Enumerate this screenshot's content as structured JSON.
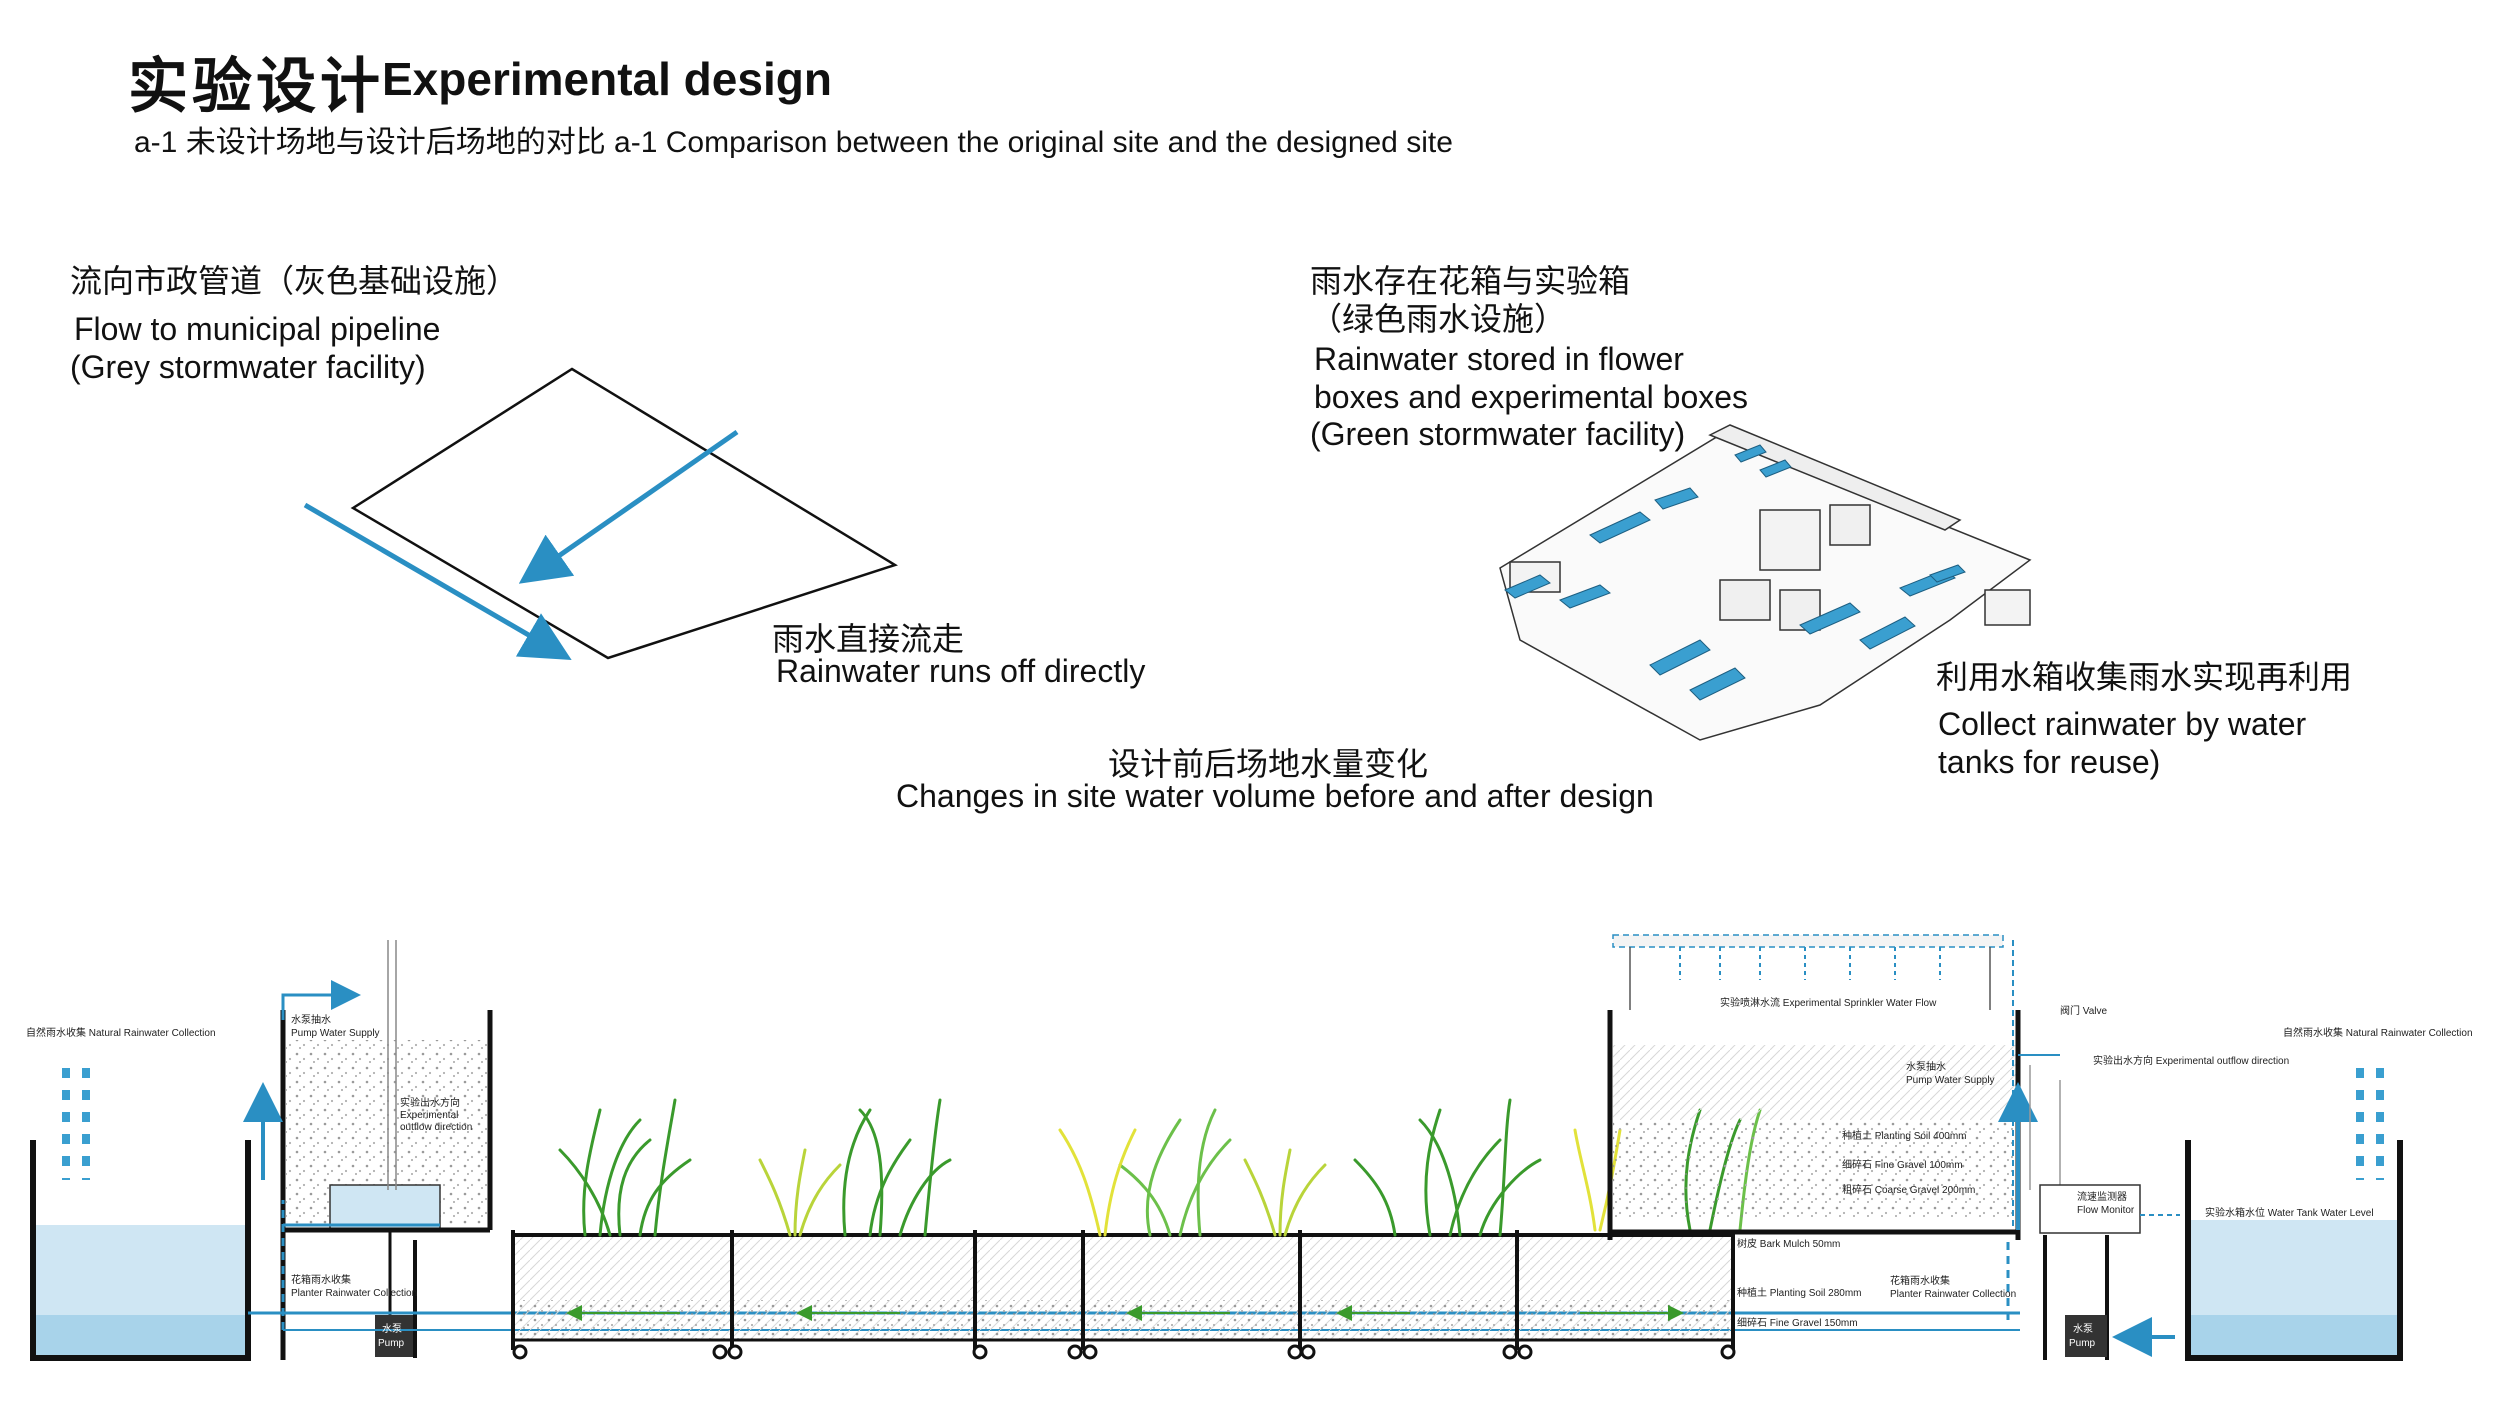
{
  "header": {
    "title_zh": "实验设计",
    "title_en": "Experimental design",
    "subtitle": "a-1 未设计场地与设计后场地的对比 a-1 Comparison between the original site and the designed site"
  },
  "left_diagram": {
    "label_zh": "流向市政管道（灰色基础设施）",
    "label_en_line1": "Flow to municipal pipeline",
    "label_en_line2": "(Grey stormwater facility)",
    "runoff_zh": "雨水直接流走",
    "runoff_en": "Rainwater runs off directly"
  },
  "right_diagram": {
    "label_zh_line1": "雨水存在花箱与实验箱",
    "label_zh_line2": "（绿色雨水设施）",
    "label_en_line1": "Rainwater stored in flower",
    "label_en_line2": "boxes and experimental boxes",
    "label_en_line3": "(Green stormwater facility)",
    "reuse_zh": "利用水箱收集雨水实现再利用",
    "reuse_en_line1": "Collect rainwater by water",
    "reuse_en_line2": "tanks for reuse)"
  },
  "center_caption": {
    "zh": "设计前后场地水量变化",
    "en": "Changes in site water volume before and after design"
  },
  "section_labels": {
    "natural_left": "自然雨水收集 Natural Rainwater Collection",
    "pump_supply_left_zh": "水泵抽水",
    "pump_supply_left_en": "Pump Water Supply",
    "outflow_left_zh": "实验出水方向",
    "outflow_left_en1": "Experimental",
    "outflow_left_en2": "outflow direction",
    "planter_collect_left_zh": "花箱雨水收集",
    "planter_collect_left_en": "Planter Rainwater Collection",
    "pump_left_zh": "水泵",
    "pump_left_en": "Pump",
    "sprinkler": "实验喷淋水流 Experimental Sprinkler Water Flow",
    "valve": "阀门 Valve",
    "outflow_right": "实验出水方向 Experimental outflow direction",
    "natural_right": "自然雨水收集 Natural Rainwater Collection",
    "pump_supply_right_zh": "水泵抽水",
    "pump_supply_right_en": "Pump Water Supply",
    "planting_soil_400": "种植土 Planting Soil 400mm",
    "fine_gravel_100": "细碎石 Fine Gravel 100mm",
    "coarse_gravel_200": "粗碎石 Coarse Gravel 200mm",
    "flow_monitor_zh": "流速监测器",
    "flow_monitor_en": "Flow Monitor",
    "tank_level": "实验水箱水位 Water Tank Water Level",
    "bark_mulch": "树皮 Bark Mulch 50mm",
    "planting_soil_280": "种植土 Planting Soil 280mm",
    "planter_collect_right_zh": "花箱雨水收集",
    "planter_collect_right_en": "Planter Rainwater Collection",
    "fine_gravel_150": "细碎石 Fine Gravel 150mm",
    "pump_right_zh": "水泵",
    "pump_right_en": "Pump"
  },
  "colors": {
    "water_blue": "#2a8fc3",
    "water_fill": "#cfe6f3",
    "box_blue": "#3a9fd0",
    "plant_green": "#3a9a2c",
    "plant_yellow": "#c9d84a",
    "line": "#111111"
  }
}
